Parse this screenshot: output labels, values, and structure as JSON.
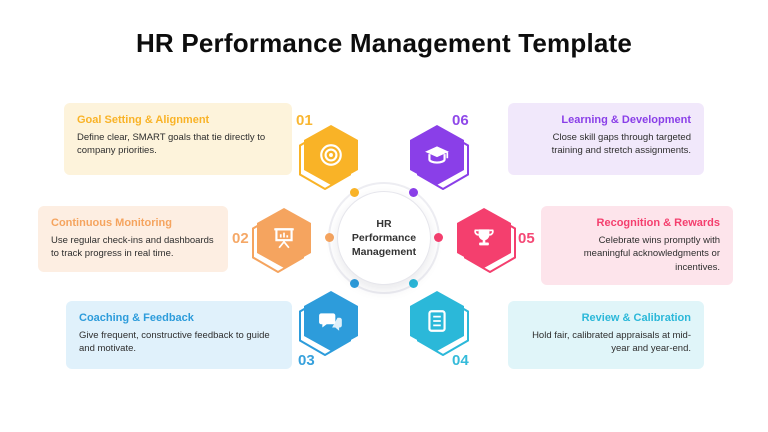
{
  "title": "HR Performance Management Template",
  "center_label": "HR Performance Management",
  "items": [
    {
      "num": "01",
      "heading": "Goal Setting & Alignment",
      "body": "Define clear, SMART goals that tie directly to company priorities.",
      "icon": "target-icon",
      "color": "#F9B327",
      "bg": "#FDF3DB"
    },
    {
      "num": "02",
      "heading": "Continuous Monitoring",
      "body": "Use regular check-ins and dashboards to track progress in real time.",
      "icon": "presentation-board-icon",
      "color": "#F5A45F",
      "bg": "#FDEEE2"
    },
    {
      "num": "03",
      "heading": "Coaching & Feedback",
      "body": "Give frequent, constructive feedback to guide and motivate.",
      "icon": "chat-bubbles-icon",
      "color": "#2D9CDB",
      "bg": "#E0F1FB"
    },
    {
      "num": "04",
      "heading": "Review & Calibration",
      "body": "Hold fair, calibrated appraisals at mid-year and year-end.",
      "icon": "checklist-icon",
      "color": "#2BB8D9",
      "bg": "#E0F5F9"
    },
    {
      "num": "05",
      "heading": "Recognition & Rewards",
      "body": "Celebrate wins promptly with meaningful acknowledgments or incentives.",
      "icon": "trophy-icon",
      "color": "#F43F6E",
      "bg": "#FDE4EB"
    },
    {
      "num": "06",
      "heading": "Learning & Development",
      "body": "Close skill gaps through targeted training and stretch assignments.",
      "icon": "graduation-cap-icon",
      "color": "#8A3FE8",
      "bg": "#F1E8FB"
    }
  ]
}
